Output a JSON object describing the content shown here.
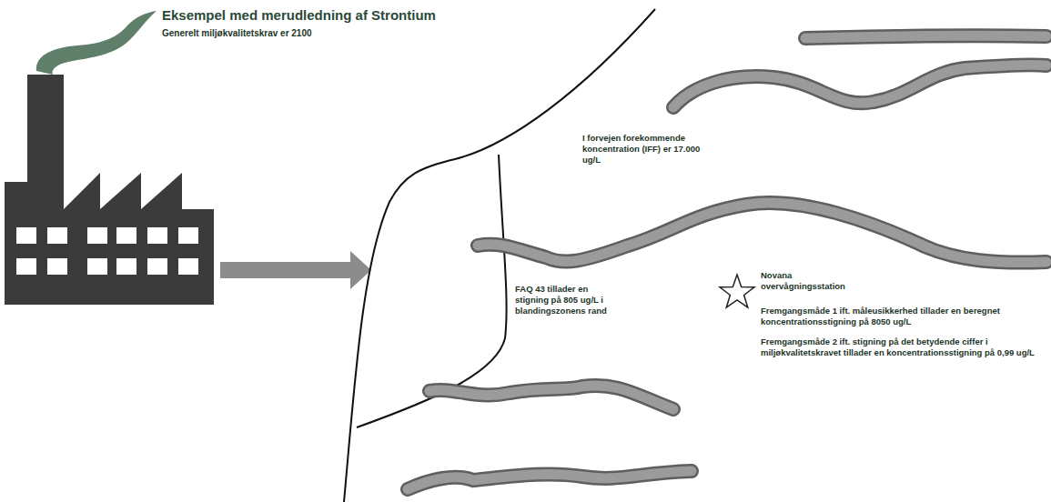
{
  "diagram": {
    "title": "Eksempel med merudledning af Strontium",
    "labels": [
      "Generelt miljøkvalitetskrav er 2100",
      "I forvejen forekommende koncentration (IFF) er 17.000 ug/L",
      "FAQ 43 tillader en stigning på 805 ug/L i blandingszonens rand",
      "Novana overvågningsstation",
      "Fremgangsmåde 1 ift. måleusikkerhed tillader en beregnet koncentrationsstigning på 8050 ug/L",
      "Fremgangsmåde 2 ift. stigning på det betydende ciffer i miljøkvalitetskravet tillader en koncentrationsstigning på 0,99 ug/L"
    ]
  }
}
